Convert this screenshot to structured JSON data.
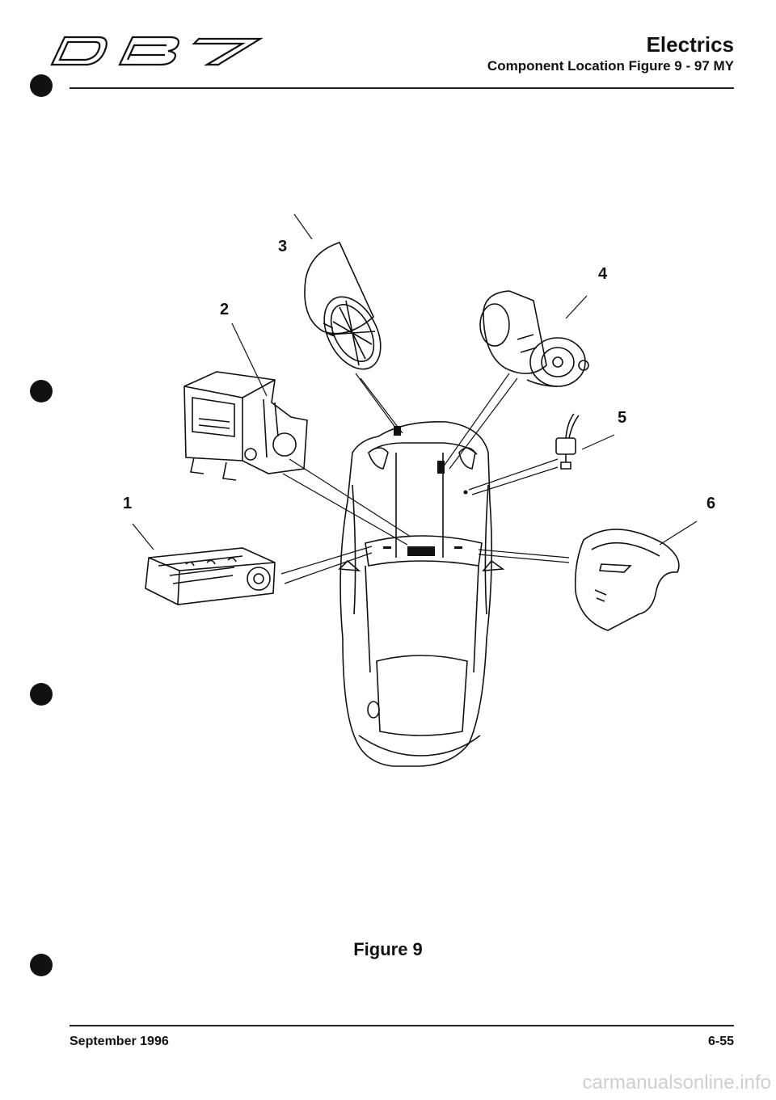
{
  "header": {
    "logo_icon": "db7-logo-icon",
    "section": "Electrics",
    "subtitle": "Component Location Figure 9 - 97 MY"
  },
  "figure": {
    "callouts": [
      "1",
      "2",
      "3",
      "4",
      "5",
      "6"
    ],
    "caption": "Figure 9"
  },
  "footer": {
    "date": "September 1996",
    "page": "6-55"
  },
  "watermark": "carmanualsonline.info"
}
